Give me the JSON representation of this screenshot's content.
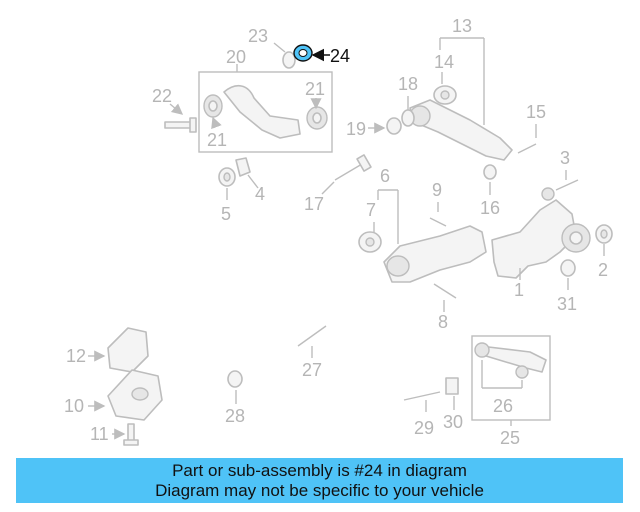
{
  "highlight_color": "#4fc3f7",
  "highlighted_part": "24",
  "callouts": {
    "n1": "1",
    "n2": "2",
    "n3": "3",
    "n4": "4",
    "n5": "5",
    "n6": "6",
    "n7": "7",
    "n8": "8",
    "n9": "9",
    "n10": "10",
    "n11": "11",
    "n12": "12",
    "n13": "13",
    "n14": "14",
    "n15": "15",
    "n16": "16",
    "n17": "17",
    "n18": "18",
    "n19": "19",
    "n20": "20",
    "n21a": "21",
    "n21b": "21",
    "n22": "22",
    "n23": "23",
    "n24": "24",
    "n25": "25",
    "n26": "26",
    "n27": "27",
    "n28": "28",
    "n29": "29",
    "n30": "30",
    "n31": "31"
  },
  "banner": {
    "line1": "Part or sub-assembly is #24 in diagram",
    "line2": "Diagram may not be specific to your vehicle"
  }
}
